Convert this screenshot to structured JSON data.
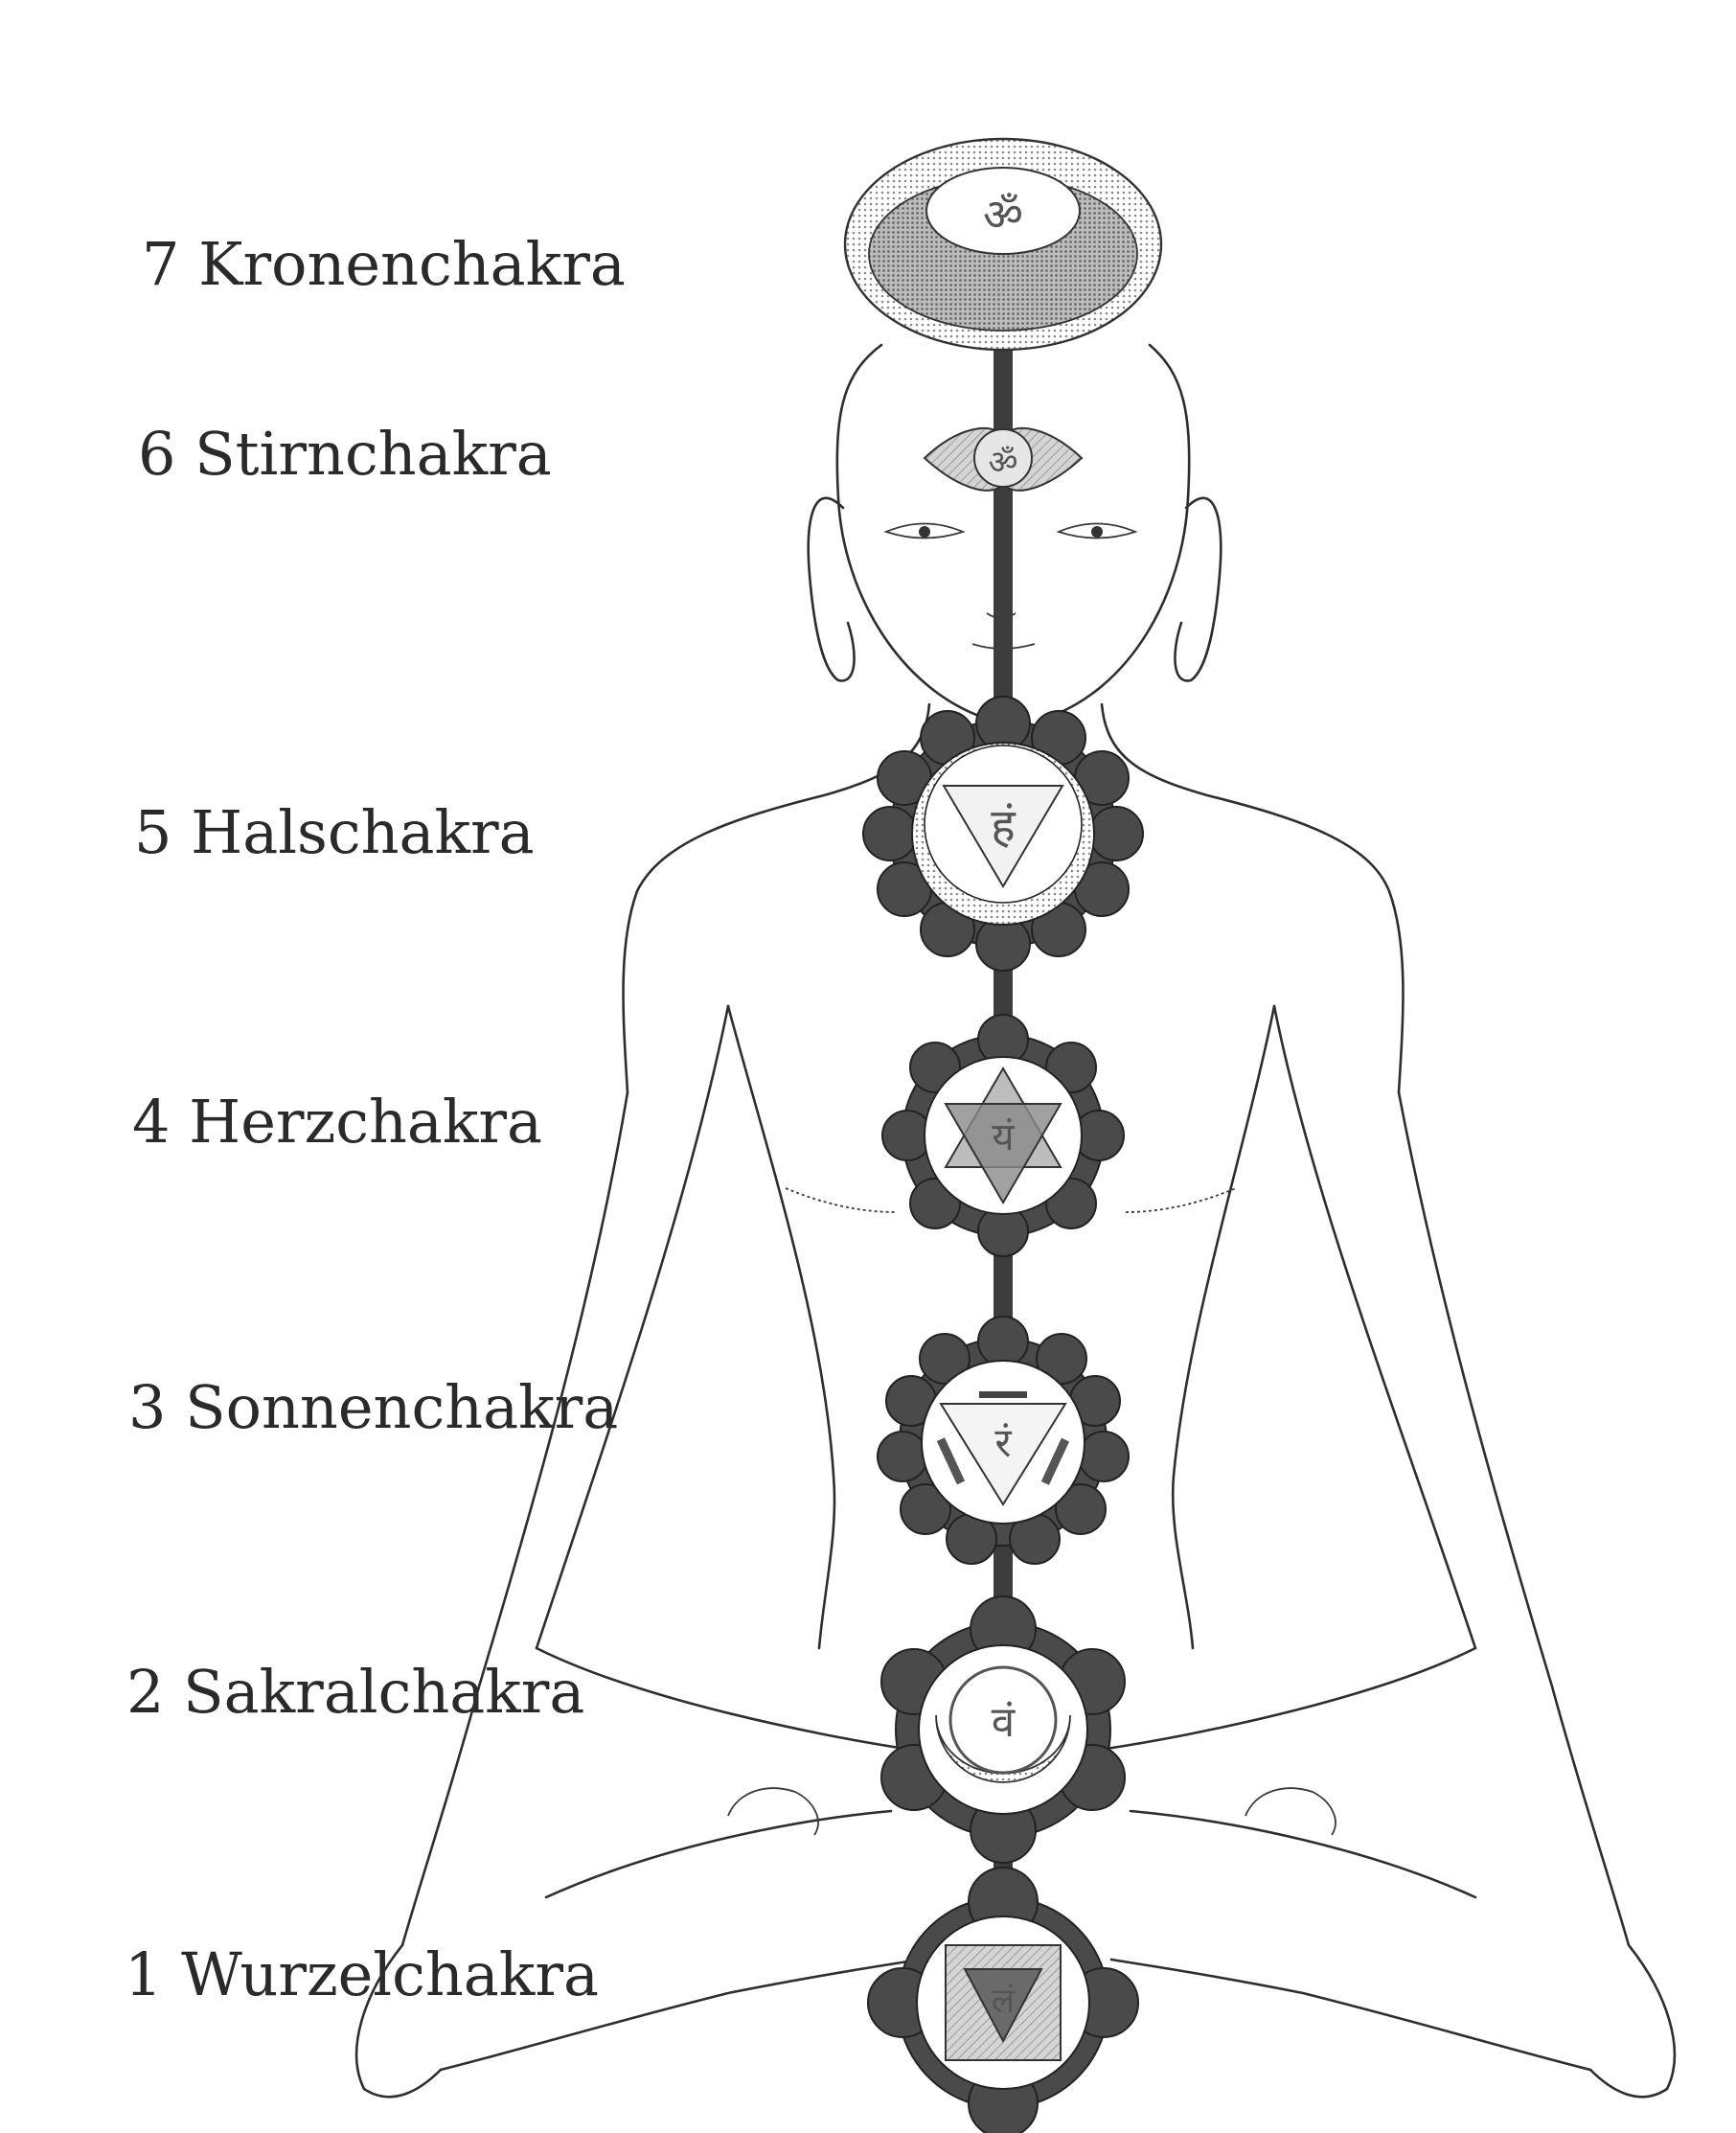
{
  "chakras": [
    {
      "number": "7",
      "name": "Kronenchakra",
      "syllable": "ॐ"
    },
    {
      "number": "6",
      "name": "Stirnchakra",
      "syllable": "ॐ"
    },
    {
      "number": "5",
      "name": "Halschakra",
      "syllable": "हं"
    },
    {
      "number": "4",
      "name": "Herzchakra",
      "syllable": "यं"
    },
    {
      "number": "3",
      "name": "Sonnenchakra",
      "syllable": "रं"
    },
    {
      "number": "2",
      "name": "Sakralchakra",
      "syllable": "वं"
    },
    {
      "number": "1",
      "name": "Wurzelchakra",
      "syllable": "लं"
    }
  ],
  "colors": {
    "line": "#2e2e2e",
    "petal": "#4a4a4a",
    "halftone_light": "#c9c9c9",
    "halftone_mid": "#8a8a8a",
    "paper": "#ffffff"
  }
}
